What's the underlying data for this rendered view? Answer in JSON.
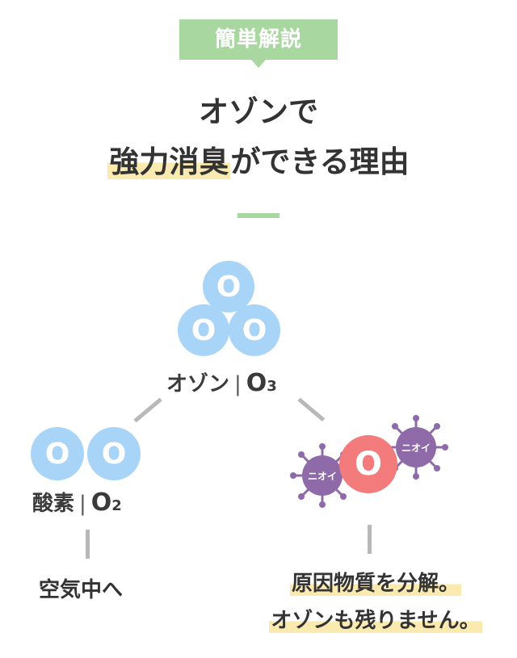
{
  "badge": "簡単解説",
  "title": {
    "line1": "オゾンで",
    "line2_highlight": "強力消臭",
    "line2_rest": "ができる理由"
  },
  "ozone": {
    "atom": "O",
    "name": "オゾン",
    "sep": "|",
    "formula": "O",
    "subscript": "3"
  },
  "oxygen": {
    "atom": "O",
    "name": "酸素",
    "sep": "|",
    "formula": "O",
    "subscript": "2",
    "result": "空気中へ"
  },
  "decompose": {
    "atom": "O",
    "odor_label": "ニオイ",
    "result_line1": "原因物質を分解。",
    "result_line2": "オゾンも残りません。"
  },
  "colors": {
    "green": "#a8d8a0",
    "highlight": "#fbeab0",
    "blue_atom": "#a8d4f7",
    "red_atom": "#f47b7b",
    "virus": "#8f6aa8",
    "connector": "#b8b8b8"
  }
}
